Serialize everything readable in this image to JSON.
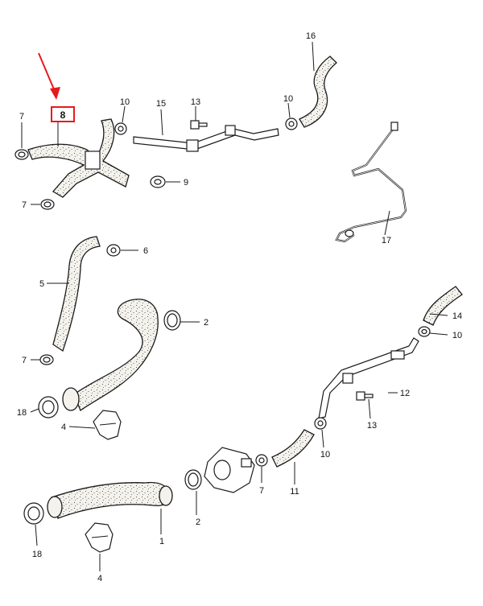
{
  "labels": {
    "p1": "1",
    "p2a": "2",
    "p2b": "2",
    "p4a": "4",
    "p4b": "4",
    "p5": "5",
    "p6": "6",
    "p7a": "7",
    "p7b": "7",
    "p7c": "7",
    "p7d": "7",
    "p8": "8",
    "p9": "9",
    "p10a": "10",
    "p10b": "10",
    "p10c": "10",
    "p10d": "10",
    "p11": "11",
    "p12": "12",
    "p13a": "13",
    "p13b": "13",
    "p14": "14",
    "p15": "15",
    "p16": "16",
    "p17": "17",
    "p18a": "18",
    "p18b": "18"
  },
  "colors": {
    "highlight": "#e8191c",
    "ink": "#1a1a1a"
  }
}
